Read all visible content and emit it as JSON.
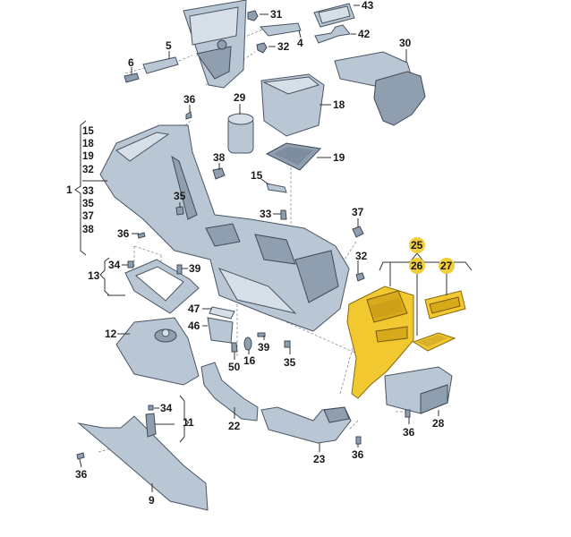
{
  "diagram": {
    "title": "Center console exploded parts diagram",
    "highlight_color": "#f2c830",
    "part_color": "#b9c6d3",
    "callouts": {
      "c1": "1",
      "c4": "4",
      "c5": "5",
      "c6": "6",
      "c9": "9",
      "c11": "11",
      "c12": "12",
      "c13": "13",
      "c15": "15",
      "c16": "16",
      "c18": "18",
      "c19": "19",
      "c22": "22",
      "c23": "23",
      "c25": "25",
      "c26": "26",
      "c27": "27",
      "c28": "28",
      "c29": "29",
      "c30": "30",
      "c31": "31",
      "c32a": "32",
      "c32b": "32",
      "c33": "33",
      "c34a": "34",
      "c34b": "34",
      "c35a": "35",
      "c35b": "35",
      "c36a": "36",
      "c36b": "36",
      "c36c": "36",
      "c36d": "36",
      "c36e": "36",
      "c37": "37",
      "c38": "38",
      "c39a": "39",
      "c39b": "39",
      "c42": "42",
      "c43": "43",
      "c46": "46",
      "c47": "47",
      "c50": "50"
    },
    "group_1": [
      "15",
      "18",
      "19",
      "32",
      "33",
      "35",
      "37",
      "38"
    ],
    "highlighted_parts": [
      "25",
      "26",
      "27"
    ]
  }
}
